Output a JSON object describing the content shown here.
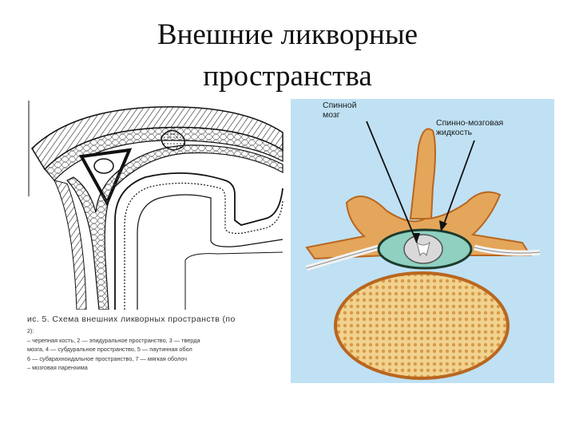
{
  "title": {
    "line1": "Внешние ликворные",
    "line2": "пространства"
  },
  "left_figure": {
    "caption_title": "ис. 5. Схема внешних ликворных пространств (по",
    "caption_lines": [
      "2):",
      "– черепная кость, 2 — эпидуральное пространство, 3 — тверда",
      "мозга, 4 — субдуральное пространство, 5 — паутинная обол",
      "6 — субарахноидальное пространство, 7 — мягкая оболоч",
      "– мозговая паренхима"
    ]
  },
  "right_figure": {
    "label_spinal_cord": [
      "Спинной",
      "мозг"
    ],
    "label_csf": [
      "Спинно-мозговая",
      "жидкость"
    ],
    "colors": {
      "background": "#bfe1f3",
      "bone": "#e4a65a",
      "bone_dark": "#b9661f",
      "vertebral_body": "#f1d28f",
      "cord": "#d9d9d9",
      "csf": "#8fd0c0"
    }
  }
}
